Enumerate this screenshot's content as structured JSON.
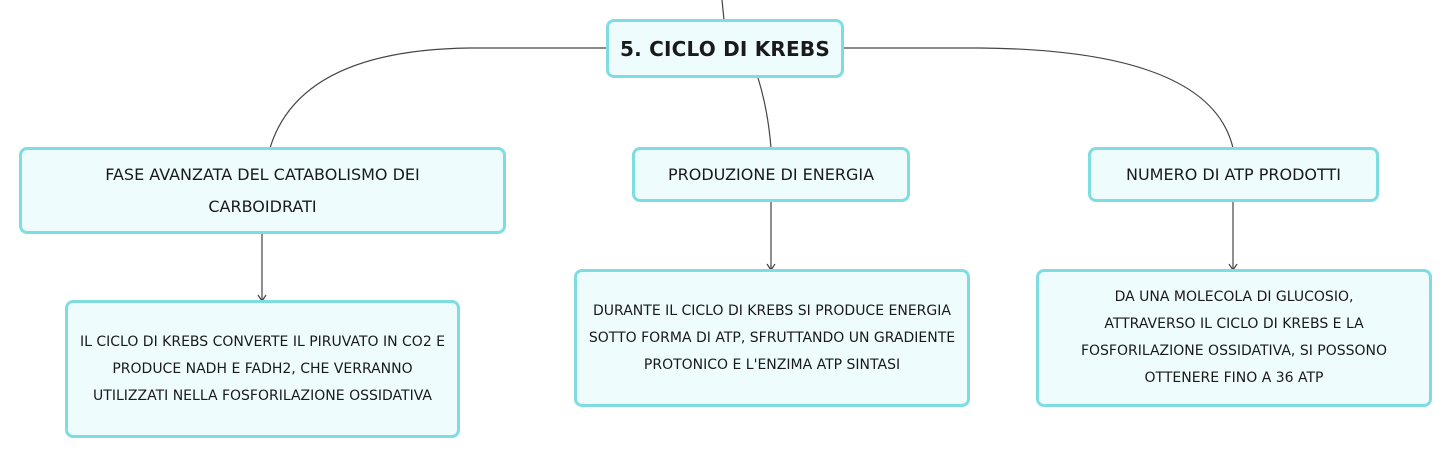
{
  "root": {
    "label": "5. CICLO DI KREBS"
  },
  "branches": [
    {
      "label": "FASE AVANZATA DEL CATABOLISMO DEI CARBOIDRATI",
      "detail": "IL CICLO DI KREBS CONVERTE IL PIRUVATO IN CO2 E PRODUCE NADH E FADH2, CHE VERRANNO UTILIZZATI NELLA FOSFORILAZIONE OSSIDATIVA"
    },
    {
      "label": "PRODUZIONE DI ENERGIA",
      "detail": "DURANTE IL CICLO DI KREBS SI PRODUCE ENERGIA SOTTO FORMA DI ATP, SFRUTTANDO UN GRADIENTE PROTONICO E L'ENZIMA ATP SINTASI"
    },
    {
      "label": "NUMERO DI ATP PRODOTTI",
      "detail": "DA UNA MOLECOLA DI GLUCOSIO, ATTRAVERSO IL CICLO DI KREBS E LA FOSFORILAZIONE OSSIDATIVA, SI POSSONO OTTENERE FINO A 36 ATP"
    }
  ]
}
